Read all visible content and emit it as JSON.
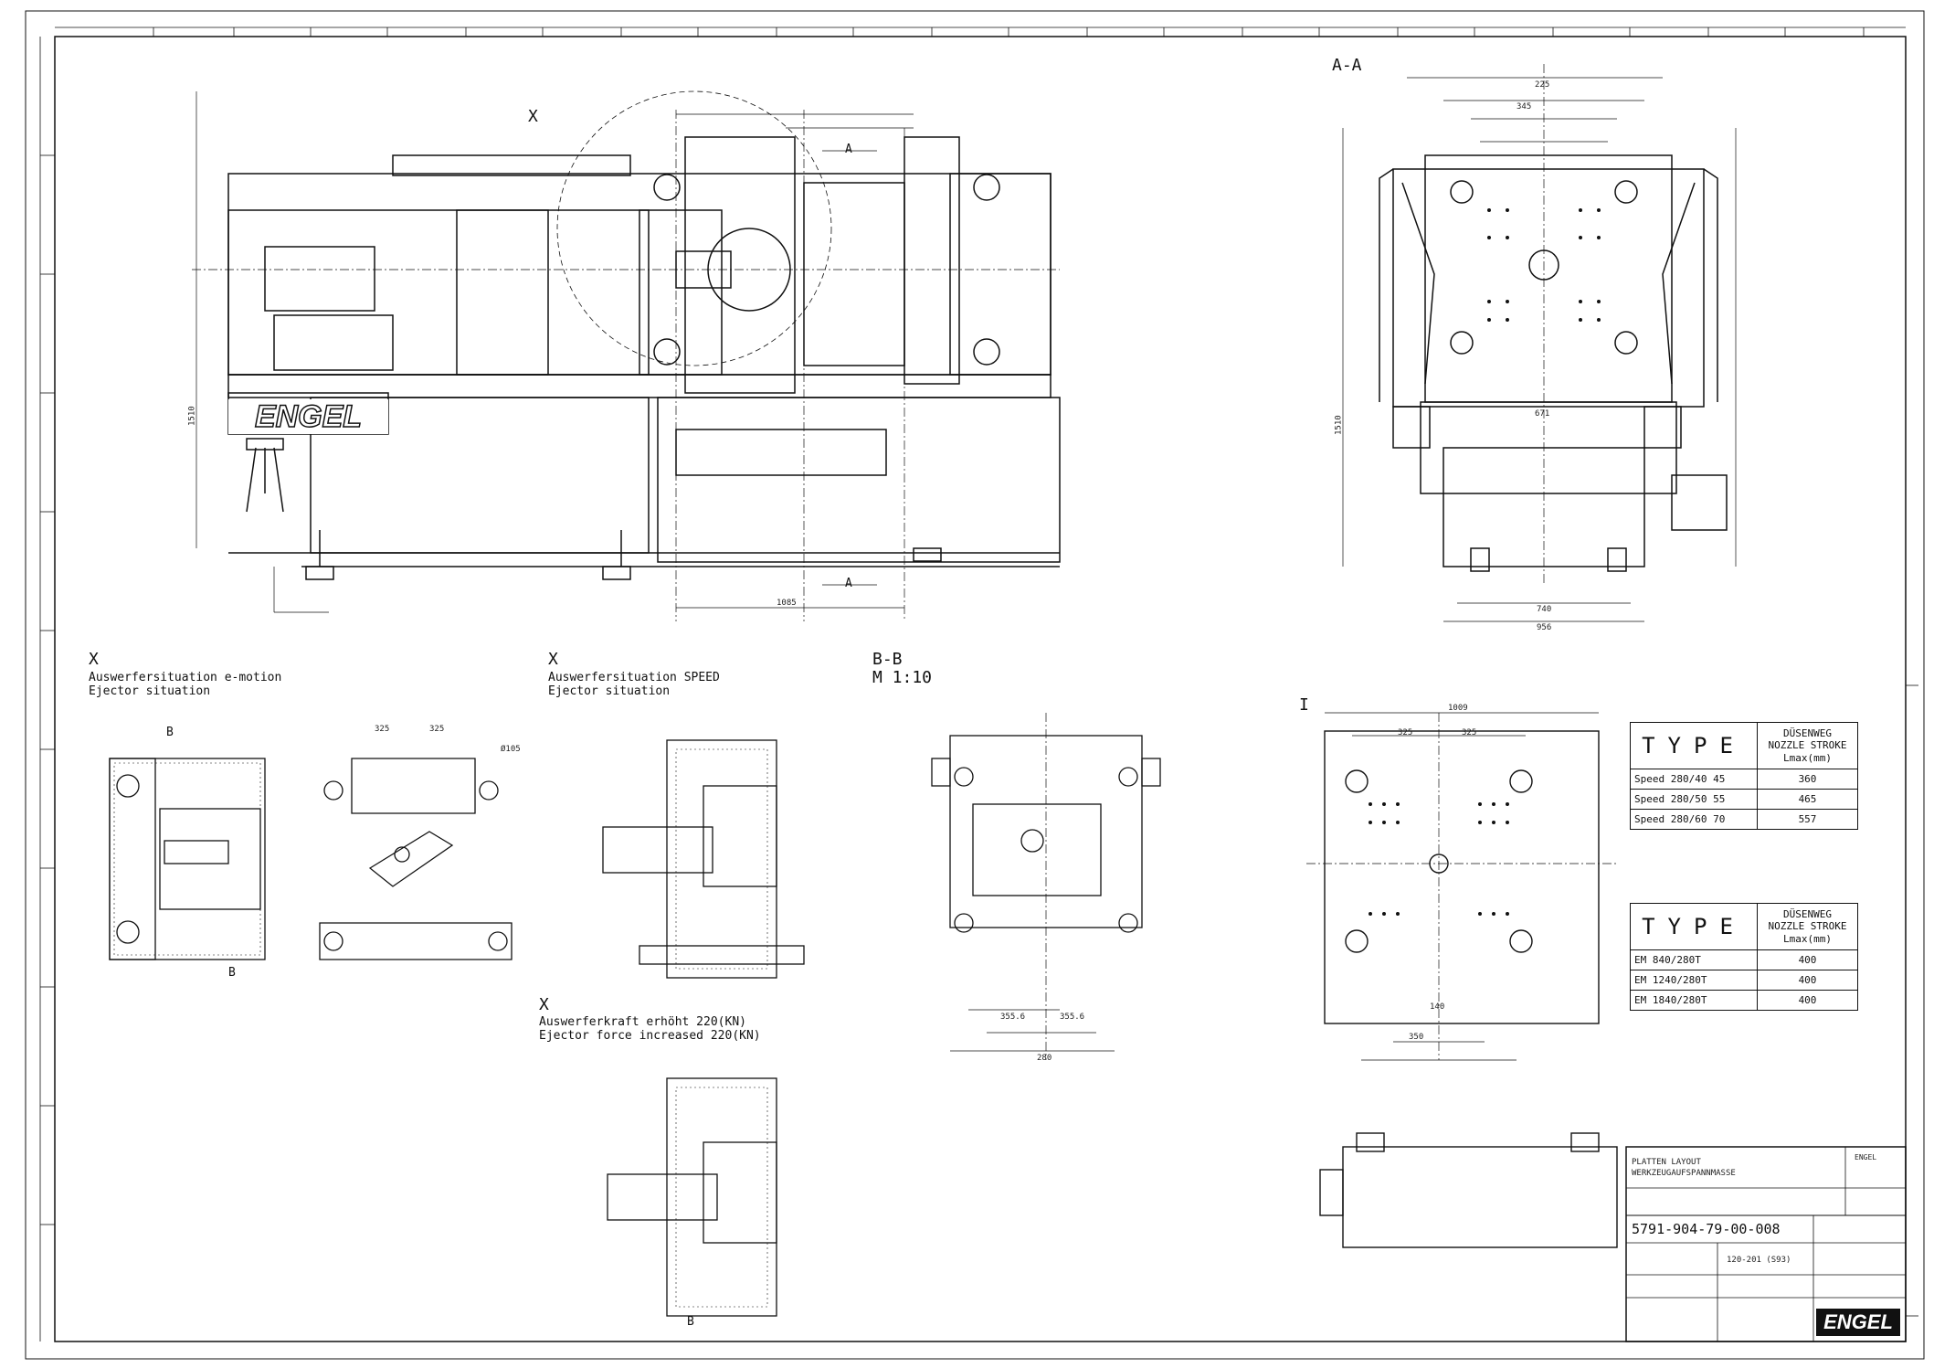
{
  "views": {
    "x_top": "X",
    "section_aa": "A-A",
    "detail_x1": {
      "letter": "X",
      "line1": "Auswerfersituation e-motion",
      "line2": "Ejector situation"
    },
    "detail_x2": {
      "letter": "X",
      "line1": "Auswerfersituation SPEED",
      "line2": "Ejector situation"
    },
    "detail_x3": {
      "letter": "X",
      "line1": "Auswerferkraft erhöht 220(KN)",
      "line2": "Ejector force increased 220(KN)"
    },
    "section_bb": {
      "line1": "B-B",
      "line2": "M 1:10"
    },
    "view_i": "I",
    "cut_a": "A",
    "cut_b": "B"
  },
  "brand": {
    "machine_logo": "ENGEL",
    "titleblock_logo": "ENGEL"
  },
  "dimensions": {
    "top_total": "1085",
    "top_height": "1510",
    "aa_width": "740",
    "aa_base": "956",
    "aa_height": "1510",
    "aa_plate": "671",
    "aa_225": "225",
    "aa_345": "345",
    "bb_280": "280",
    "bb_3556": "355.6",
    "i_325a": "325",
    "i_325b": "325",
    "i_width": "1009",
    "i_350": "350",
    "i_140": "140",
    "cam_325a": "325",
    "cam_325b": "325",
    "cam_dia": "Ø105"
  },
  "table_speed": {
    "type_header": "TYPE",
    "stroke_header": [
      "DÜSENWEG",
      "NOZZLE STROKE",
      "Lmax(mm)"
    ],
    "rows": [
      {
        "type": "Speed 280/40 45",
        "stroke": "360"
      },
      {
        "type": "Speed 280/50 55",
        "stroke": "465"
      },
      {
        "type": "Speed 280/60 70",
        "stroke": "557"
      }
    ]
  },
  "table_em": {
    "type_header": "TYPE",
    "stroke_header": [
      "DÜSENWEG",
      "NOZZLE STROKE",
      "Lmax(mm)"
    ],
    "rows": [
      {
        "type": "EM 840/280T",
        "stroke": "400"
      },
      {
        "type": "EM 1240/280T",
        "stroke": "400"
      },
      {
        "type": "EM 1840/280T",
        "stroke": "400"
      }
    ]
  },
  "title_block": {
    "title1": "PLATTEN LAYOUT",
    "title2": "WERKZEUGAUFSPANNMASSE",
    "drawing_number": "5791-904-79-00-008",
    "mid": "120-201 (S93)",
    "engel_small": "ENGEL"
  }
}
